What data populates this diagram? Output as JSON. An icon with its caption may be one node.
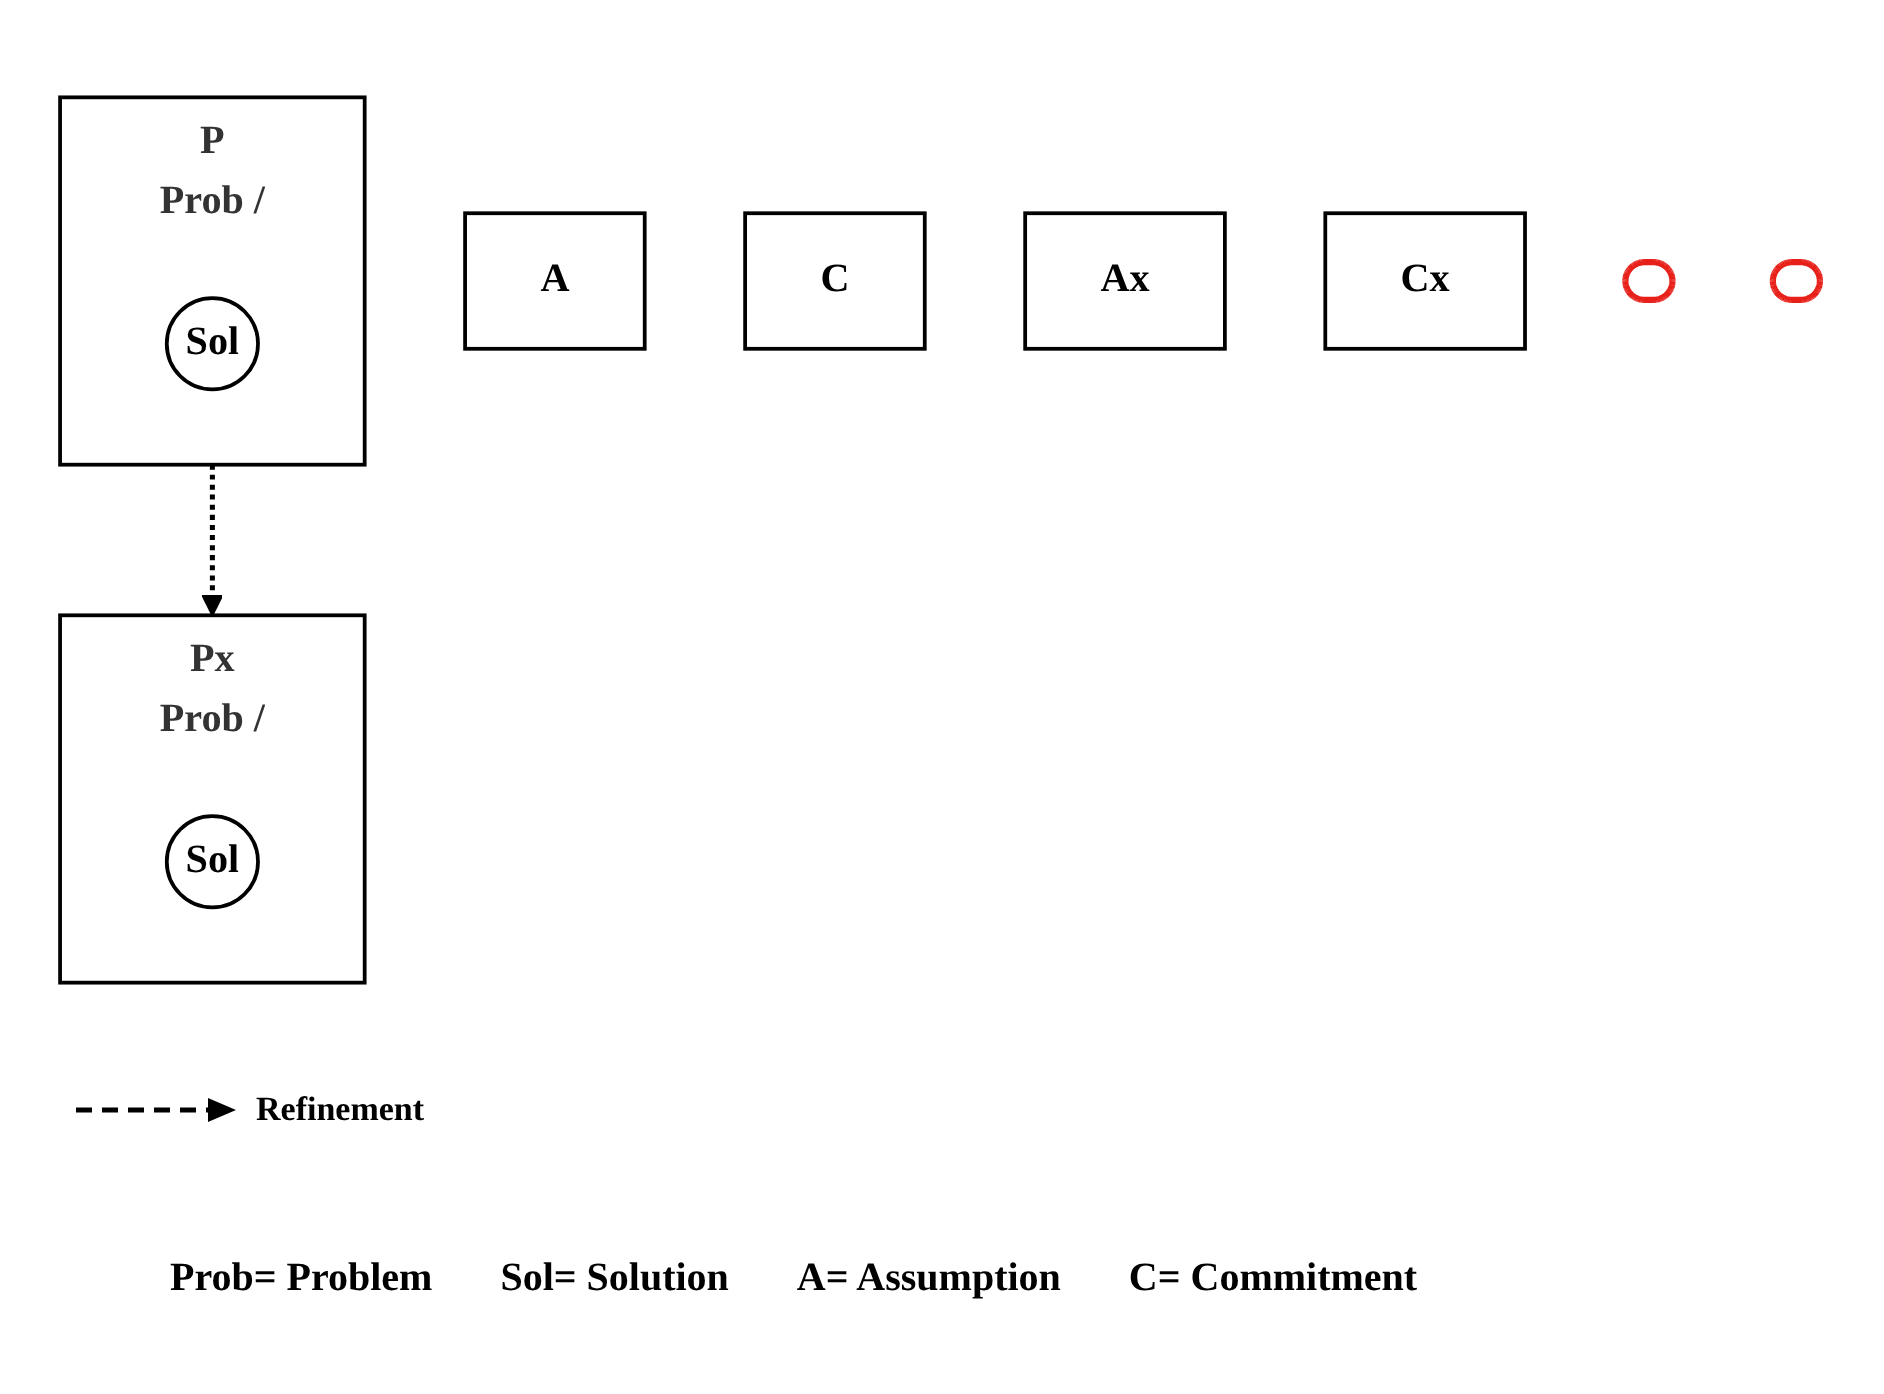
{
  "diagram": {
    "nodes": [
      {
        "text": [
          "P",
          "Prob /"
        ]
      },
      {
        "text": [
          "Sol"
        ],
        "in": 0
      },
      {
        "text": [
          "A"
        ]
      },
      {
        "text": [
          "C"
        ]
      },
      {
        "text": [
          "Px",
          "Prob /"
        ]
      },
      {
        "text": [
          "Sol"
        ],
        "in": 4
      },
      {
        "text": [
          "Ax"
        ]
      },
      {
        "text": [
          "Cx"
        ]
      },
      {
        "text": [],
        "shape": "ellipse"
      },
      {
        "text": [],
        "shape": "ellipse"
      }
    ],
    "edges": [
      {
        "from": 0,
        "to": 4,
        "arrow": "to",
        "style": "dashed"
      }
    ],
    "labels": [
      "Prob= Problem",
      "Sol= Solution",
      "A= Assumption",
      "C= Commitment"
    ],
    "legend": [
      {
        "text": "Refinement"
      }
    ]
  }
}
